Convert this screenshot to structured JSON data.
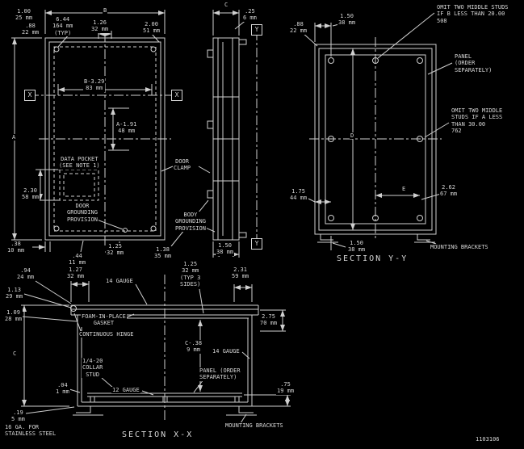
{
  "colors": {
    "background": "#000000",
    "line": "#d6d6d6"
  },
  "drawing_number": "1103106",
  "front_view": {
    "dim_width": "B",
    "dim_height": "A",
    "dim_top_offset": "1.00\n25 mm",
    "dim_top_offset2": ".88\n22 mm",
    "dim_clamp_spacing": "6.44\n164 mm\n(TYP)",
    "dim_top_center": "1.26\n32 mm",
    "dim_top_right": "2.00\n51 mm",
    "dim_panel_width": "B-3.29\n83 mm",
    "dim_panel_offset": "A-1.91\n48 mm",
    "section_marker_x": "X",
    "data_pocket_note": "DATA POCKET\n(SEE NOTE 1)",
    "dim_pocket": "2.30\n58 mm",
    "door_grounding_note": "DOOR\nGROUNDING\nPROVISION",
    "dim_bottom_left": ".38\n10 mm",
    "dim_bottom_center": ".44\n11 mm",
    "dim_bottom_right": "1.25\n32 mm",
    "door_clamp_note": "DOOR\nCLAMP"
  },
  "side_view": {
    "dim_depth": "C",
    "dim_flange": ".25\n6 mm",
    "section_marker_y": "Y",
    "body_grounding_note": "BODY\nGROUNDING\nPROVISION",
    "dim_clamp": "1.38\n35 mm",
    "dim_bracket": "1.50\n38 mm"
  },
  "section_yy": {
    "title": "SECTION Y-Y",
    "dim_stud_top": "1.50\n38 mm",
    "dim_wall": ".88\n22 mm",
    "omit_studs_b_note": "OMIT TWO MIDDLE STUDS\nIF B LESS THAN 20.00\n508",
    "panel_note": "PANEL\n(ORDER\nSEPARATELY)",
    "omit_studs_a_note": "OMIT TWO MIDDLE\nSTUDS IF A LESS\nTHAN 30.00\n762",
    "dim_panel_height": "D",
    "dim_stud_span": "E",
    "dim_stud_left": "1.75\n44 mm",
    "dim_stud_right": "2.62\n67 mm",
    "dim_bracket": "1.50\n38 mm",
    "mounting_brackets_note": "MOUNTING BRACKETS"
  },
  "section_xx": {
    "title": "SECTION X-X",
    "dim_door_gap": ".94\n24 mm",
    "dim_hinge_offset": "1.27\n32 mm",
    "door_gauge_note": "14 GAUGE",
    "dim_flange_typ": "1.25\n32 mm\n(TYP 3\nSIDES)",
    "dim_right_offset": "2.31\n59 mm",
    "dim_door_inset": "1.13\n29 mm",
    "dim_gasket_offset": "1.09\n28 mm",
    "foam_gasket_note": "FOAM-IN-PLACE\nGASKET",
    "hinge_note": "CONTINUOUS HINGE",
    "dim_depth": "C",
    "dim_flange_depth": "2.75\n70 mm",
    "dim_panel_depth": "C-.38\n9 mm",
    "body_gauge_note": "14 GAUGE",
    "collar_stud_note": "1/4-20\nCOLLAR\nSTUD",
    "dim_panel_gap": ".04\n1 mm",
    "panel_gauge_note": "12 GAUGE",
    "panel_note": "PANEL (ORDER\nSEPARATELY)",
    "dim_stud_height": ".75\n19 mm",
    "dim_back_gap": ".19\n5 mm",
    "stainless_note": "16 GA. FOR\nSTAINLESS STEEL",
    "mounting_brackets_note": "MOUNTING BRACKETS"
  }
}
